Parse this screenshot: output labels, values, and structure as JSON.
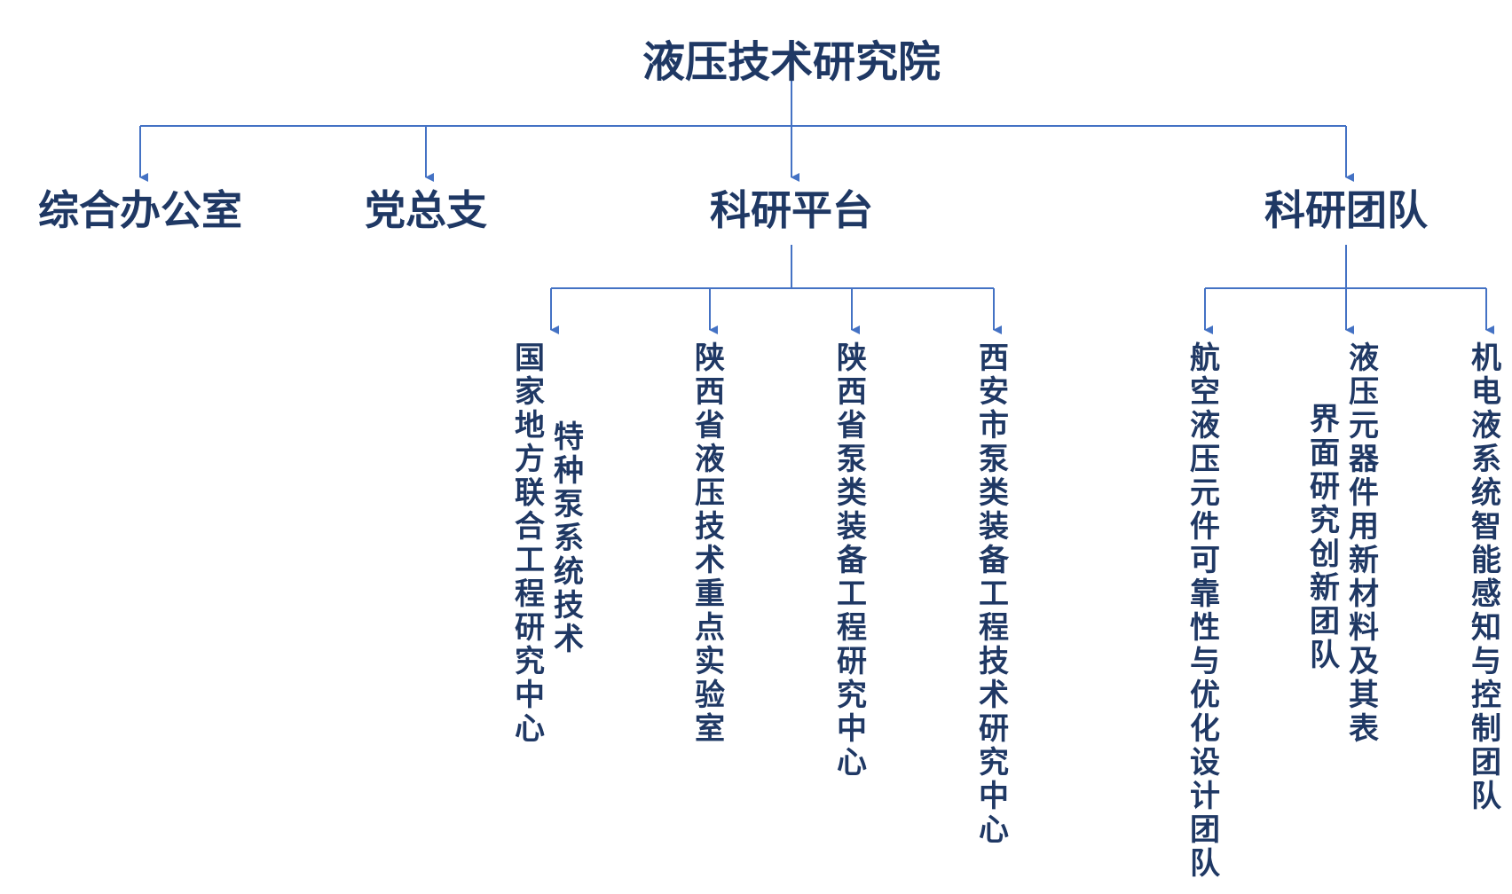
{
  "title": "液压技术研究院",
  "departments": [
    {
      "id": "office",
      "label": "综合办公室"
    },
    {
      "id": "party",
      "label": "党总支"
    },
    {
      "id": "platform",
      "label": "科研平台"
    },
    {
      "id": "team",
      "label": "科研团队"
    }
  ],
  "platforms": [
    {
      "label_a": "国家地方联合工程研究中心",
      "label_b": "特种泵系统技术"
    },
    {
      "label": "陕西省液压技术重点实验室"
    },
    {
      "label": "陕西省泵类装备工程研究中心"
    },
    {
      "label": "西安市泵类装备工程技术研究中心"
    }
  ],
  "teams": [
    {
      "label": "航空液压元件可靠性与优化设计团队"
    },
    {
      "label_a": "液压元器件用新材料及其表",
      "label_b": "界面研究创新团队"
    },
    {
      "label": "机电液系统智能感知与控制团队"
    }
  ],
  "colors": {
    "line": "#4472c4",
    "text": "#1f3864"
  }
}
